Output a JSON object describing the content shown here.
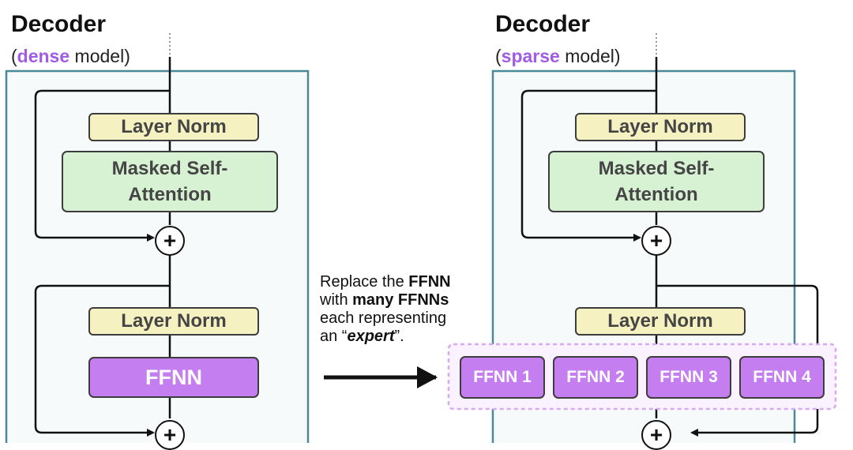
{
  "left": {
    "title": "Decoder",
    "subtitle_open": "(",
    "subtitle_accent": "dense",
    "subtitle_close": " model)",
    "layer_norm_1": "Layer Norm",
    "attention_line1": "Masked Self-",
    "attention_line2": "Attention",
    "layer_norm_2": "Layer Norm",
    "ffnn": "FFNN",
    "add_symbol": "+"
  },
  "right": {
    "title": "Decoder",
    "subtitle_open": "(",
    "subtitle_accent": "sparse",
    "subtitle_close": " model)",
    "layer_norm_1": "Layer Norm",
    "attention_line1": "Masked Self-",
    "attention_line2": "Attention",
    "layer_norm_2": "Layer Norm",
    "experts": [
      "FFNN 1",
      "FFNN 2",
      "FFNN 3",
      "FFNN 4"
    ],
    "add_symbol": "+"
  },
  "caption": {
    "l1_pre": "Replace the ",
    "l1_bold": "FFNN",
    "l2_pre": "with ",
    "l2_bold": "many FFNNs",
    "l3": "each representing",
    "l4_pre": "an “",
    "l4_italic": "expert",
    "l4_post": "”."
  },
  "colors": {
    "block_border": "#4a8a96",
    "layer_norm": "#f5f1c0",
    "attention": "#d7f2d3",
    "ffnn": "#c57ef0",
    "accent": "#a15ce6",
    "expert_group_border": "#d8a8f2"
  }
}
